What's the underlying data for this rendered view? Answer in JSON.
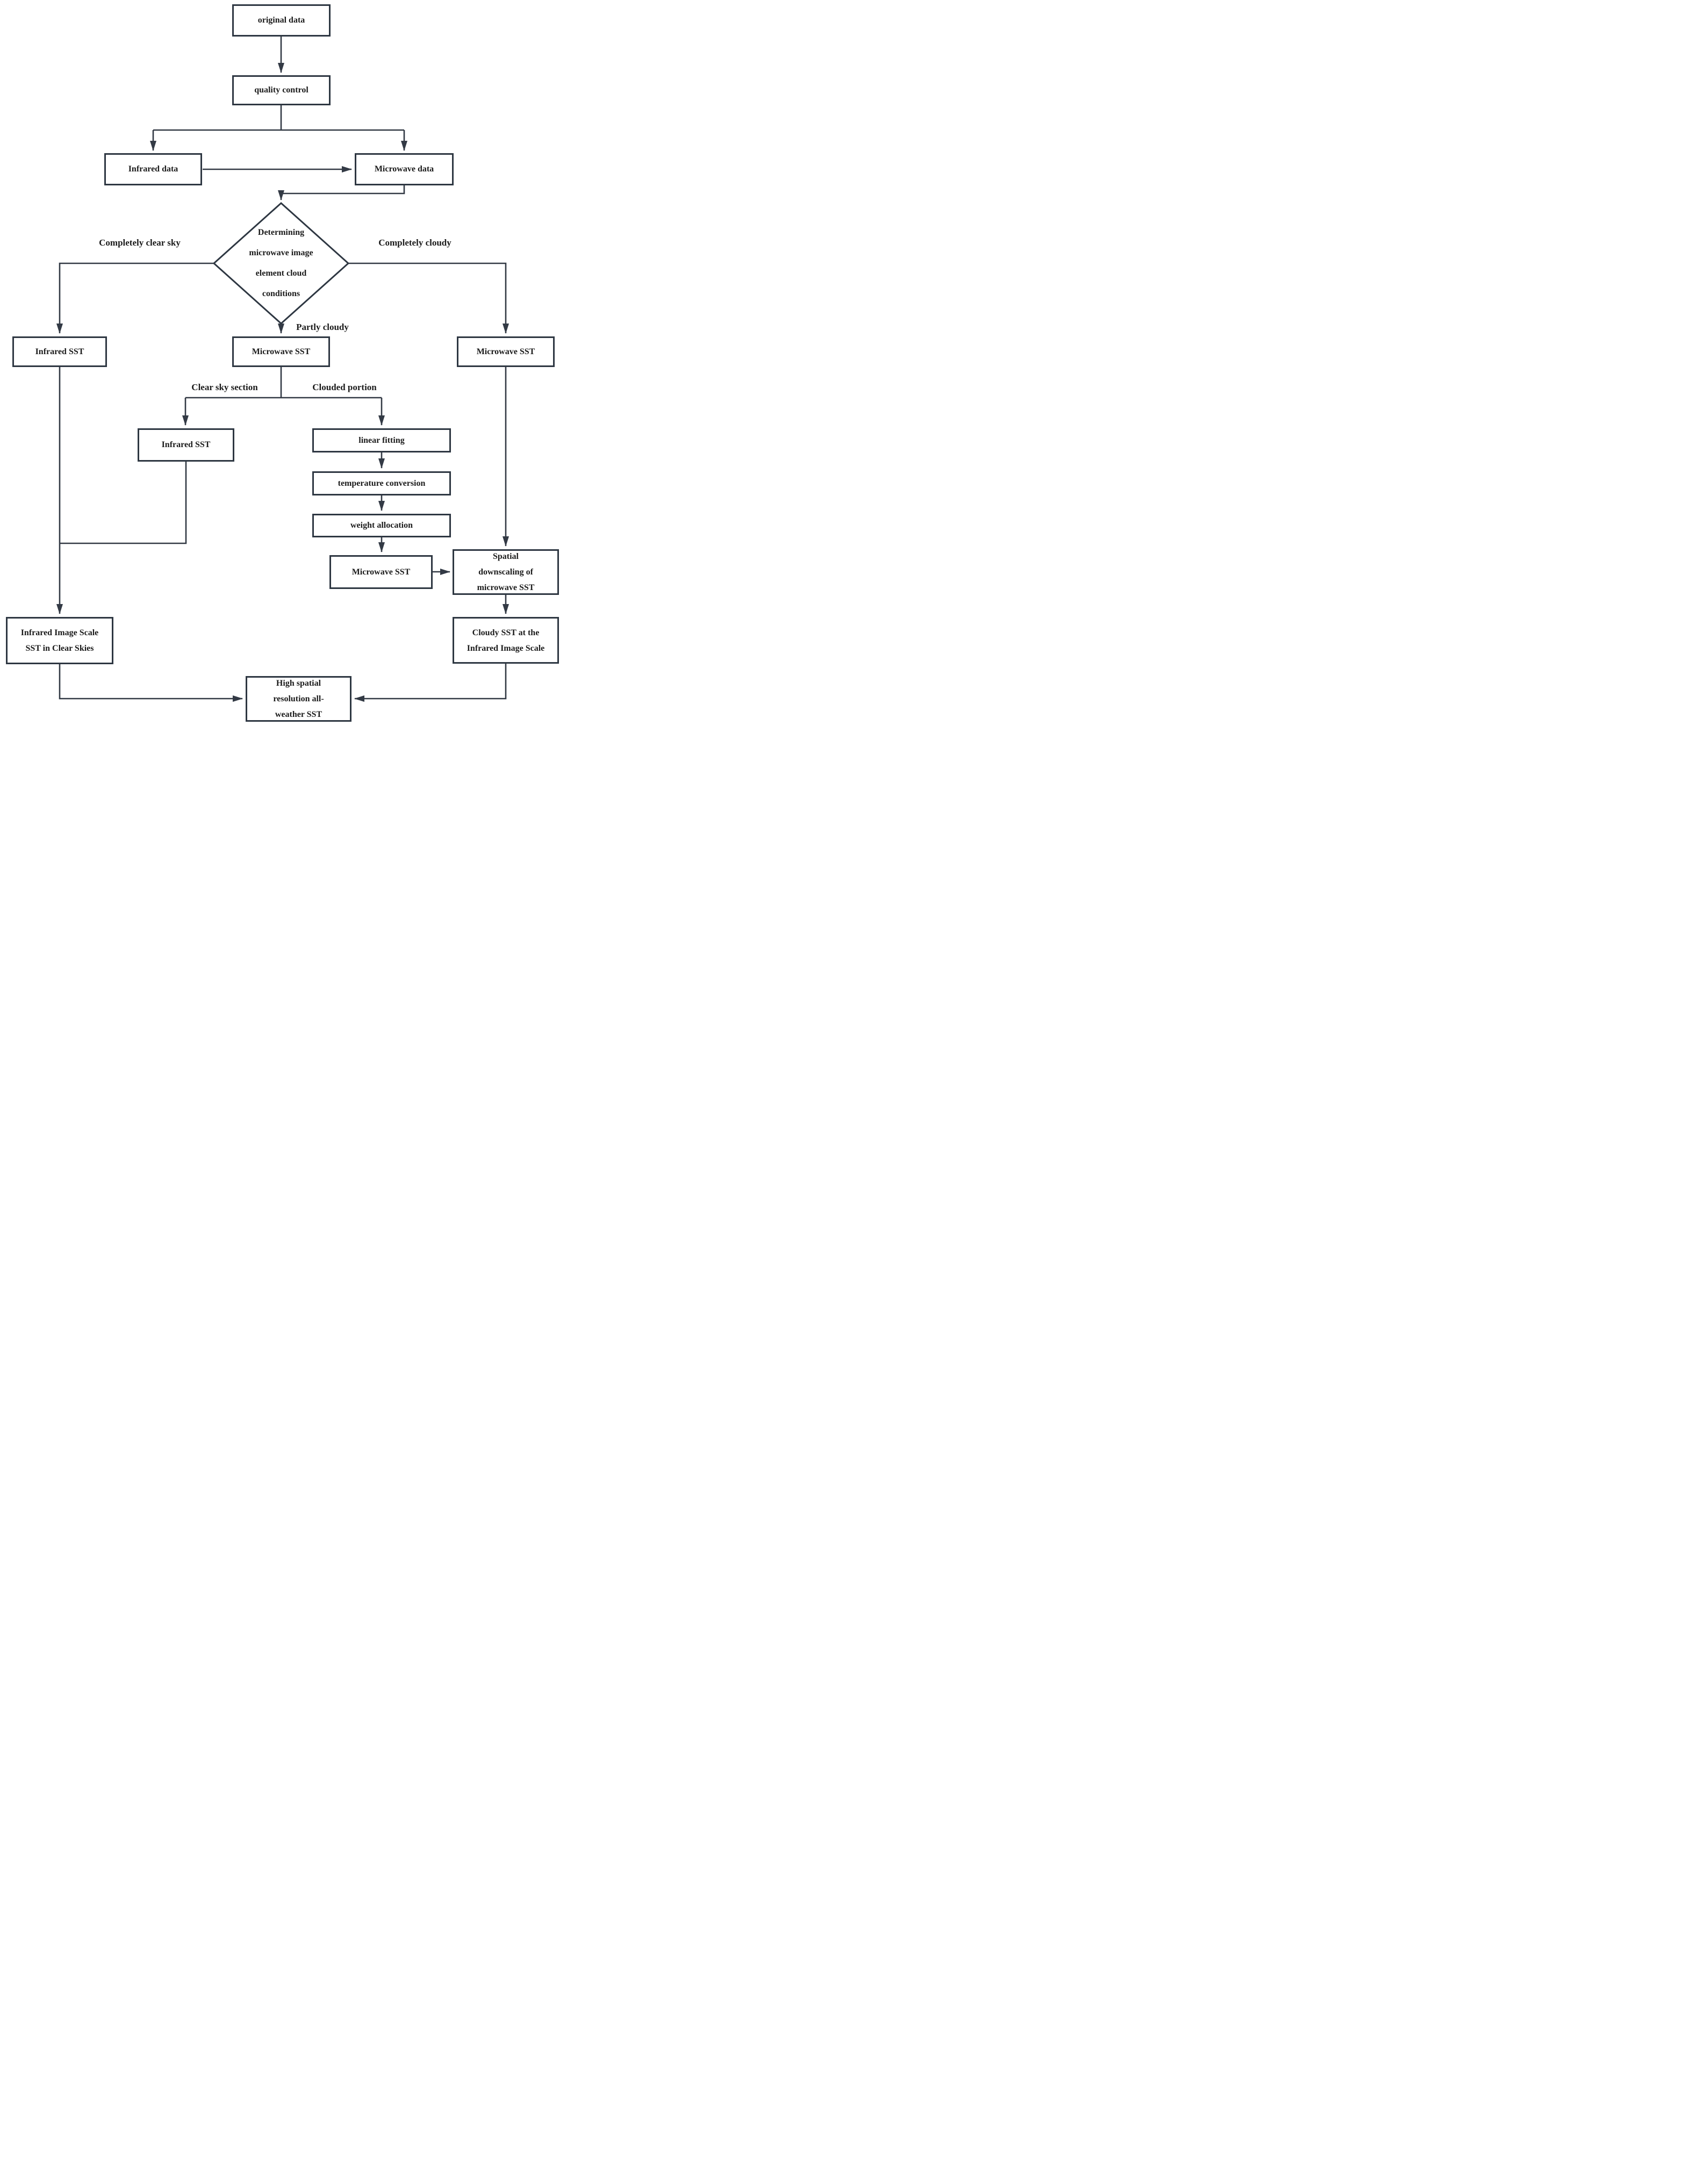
{
  "diagram": {
    "title_hint": "All-weather SST merging flowchart",
    "nodes": {
      "original_data": "original data",
      "quality_control": "quality control",
      "infrared_data": "Infrared data",
      "microwave_data": "Microwave data",
      "decision_cloud": "Determining microwave image element cloud conditions",
      "infrared_sst_clear": "Infrared SST",
      "microwave_sst_partly": "Microwave SST",
      "microwave_sst_cloudy": "Microwave SST",
      "infrared_sst_section": "Infrared SST",
      "linear_fitting": "linear fitting",
      "temperature_conversion": "temperature conversion",
      "weight_allocation": "weight allocation",
      "microwave_sst_result": "Microwave SST",
      "spatial_downscaling": "Spatial downscaling of microwave SST",
      "cloudy_sst_ir_scale": "Cloudy SST at the Infrared Image Scale",
      "ir_scale_sst_clear": "Infrared Image Scale SST in Clear Skies",
      "high_res_sst": "High spatial resolution all-weather SST"
    },
    "edge_labels": {
      "completely_clear_sky": "Completely clear sky",
      "completely_cloudy": "Completely cloudy",
      "partly_cloudy": "Partly cloudy",
      "clear_sky_section": "Clear sky section",
      "clouded_portion": "Clouded portion"
    },
    "colors": {
      "line": "#333a45",
      "box_border": "#2e3742",
      "text": "#1b1b1b",
      "background": "#ffffff"
    }
  }
}
